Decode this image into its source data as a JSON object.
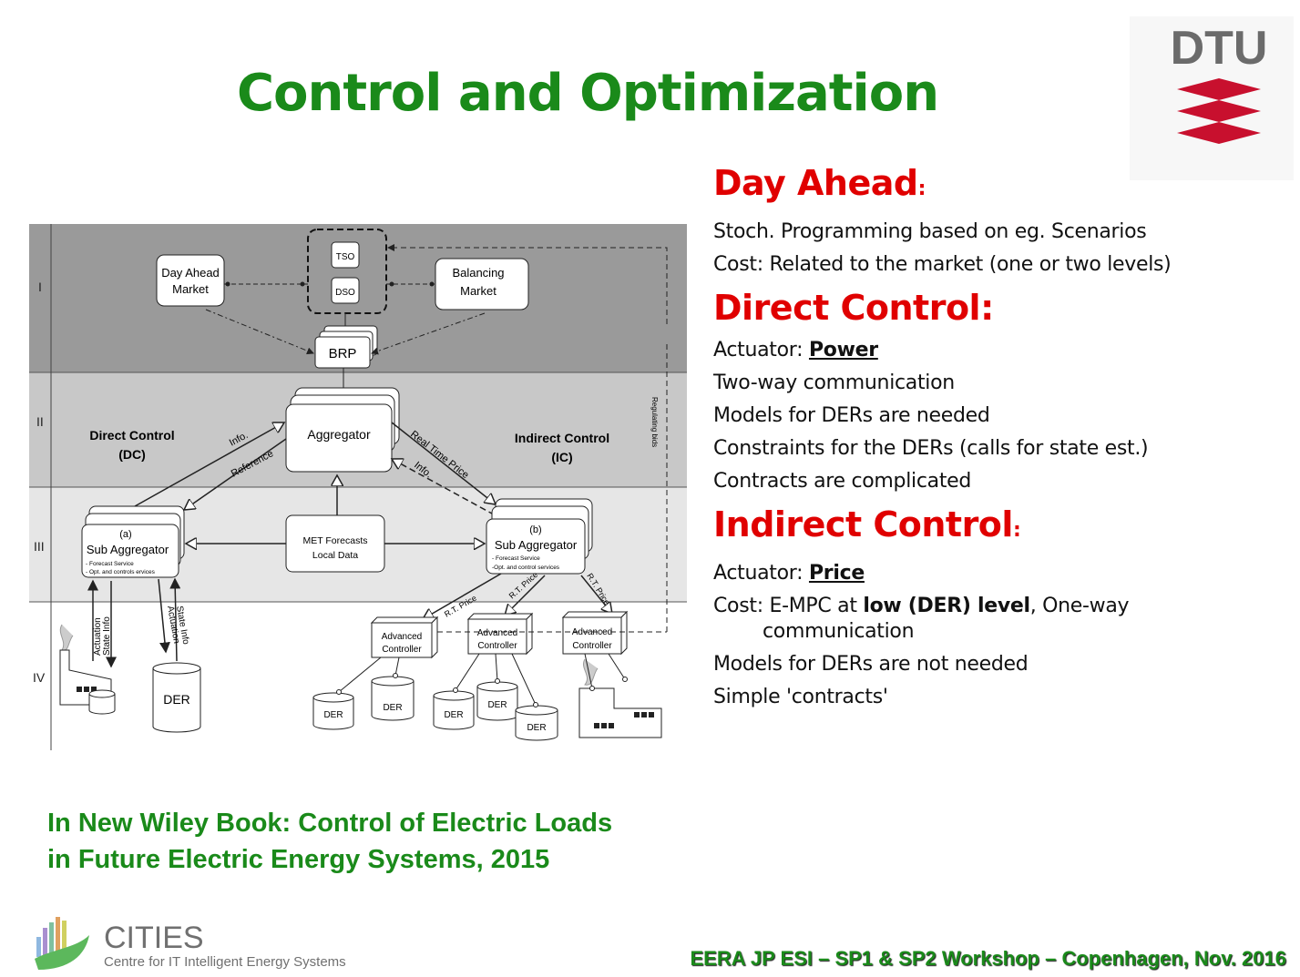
{
  "slide": {
    "title": "Control and Optimization",
    "book_line1": "In New Wiley Book: Control of Electric Loads",
    "book_line2": "in Future Electric Energy Systems, 2015",
    "footer": "EERA JP ESI – SP1 & SP2 Workshop – Copenhagen, Nov. 2016"
  },
  "logos": {
    "dtu": "DTU",
    "cities_name": "CITIES",
    "cities_tagline": "Centre for IT Intelligent Energy Systems"
  },
  "sections": {
    "day_ahead": {
      "heading": "Day Ahead",
      "colon": ":",
      "lines": [
        "Stoch. Programming based on eg. Scenarios",
        "Cost: Related to the market (one or two levels)"
      ]
    },
    "direct": {
      "heading": "Direct Control:",
      "actuator_prefix": "Actuator: ",
      "actuator_value": "Power",
      "lines": [
        "Two-way communication",
        "Models for DERs are needed",
        "Constraints for the DERs (calls for state est.)",
        "Contracts are complicated"
      ]
    },
    "indirect": {
      "heading": "Indirect Control",
      "colon": ":",
      "actuator_prefix": "Actuator: ",
      "actuator_value": "Price",
      "cost_prefix": "Cost: E-MPC at ",
      "cost_bold": "low (DER) level",
      "cost_suffix": ", One-way",
      "cost_cont": "communication",
      "lines": [
        "Models for DERs are not needed",
        "Simple 'contracts'"
      ]
    }
  },
  "diagram": {
    "levels": [
      "I",
      "II",
      "III",
      "IV"
    ],
    "day_ahead_market": [
      "Day Ahead",
      "Market"
    ],
    "balancing_market": [
      "Balancing",
      "Market"
    ],
    "tso": "TSO",
    "dso": "DSO",
    "brp": "BRP",
    "aggregator": "Aggregator",
    "direct_control": [
      "Direct Control",
      "(DC)"
    ],
    "indirect_control": [
      "Indirect Control",
      "(IC)"
    ],
    "info": "Info.",
    "reference": "Reference",
    "real_time_price": "Real Time Price",
    "bid_label": "Regulating bids",
    "met": [
      "MET Forecasts",
      "Local Data"
    ],
    "sub_a": [
      "(a)",
      "Sub Aggregator",
      "- Forecast Service",
      "- Opt. and controls ervices"
    ],
    "sub_b": [
      "(b)",
      "Sub Aggregator",
      "- Forecast Service",
      "-Opt. and control services"
    ],
    "rt_price": "R.T. Price",
    "advanced": [
      "Advanced",
      "Controller"
    ],
    "der": "DER",
    "actuation": "Actuation",
    "state_info": "State Info"
  }
}
